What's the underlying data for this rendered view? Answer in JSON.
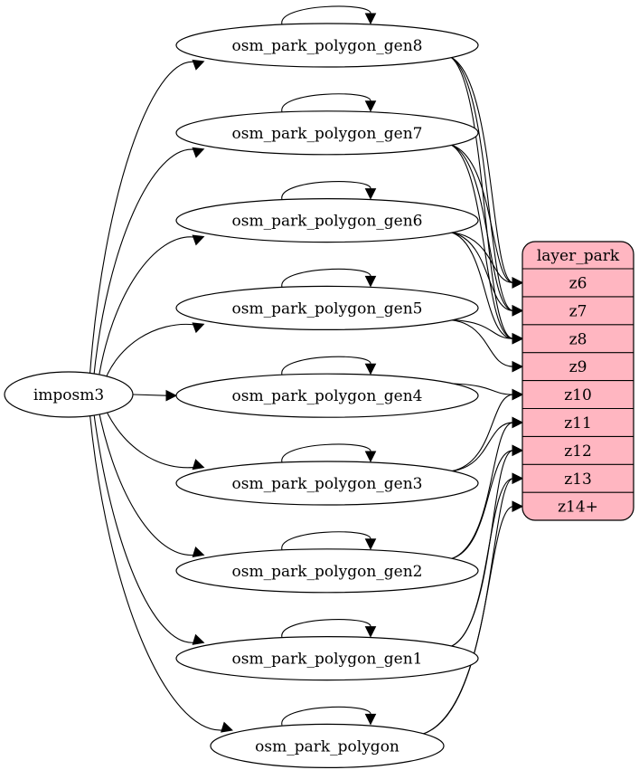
{
  "graph": {
    "source": {
      "id": "imposm3",
      "label": "imposm3"
    },
    "tables": [
      {
        "id": "gen8",
        "label": "osm_park_polygon_gen8",
        "targets": [
          "z6",
          "z7",
          "z8"
        ]
      },
      {
        "id": "gen7",
        "label": "osm_park_polygon_gen7",
        "targets": [
          "z6",
          "z7",
          "z8"
        ]
      },
      {
        "id": "gen6",
        "label": "osm_park_polygon_gen6",
        "targets": [
          "z6",
          "z7",
          "z8"
        ]
      },
      {
        "id": "gen5",
        "label": "osm_park_polygon_gen5",
        "targets": [
          "z8",
          "z9"
        ]
      },
      {
        "id": "gen4",
        "label": "osm_park_polygon_gen4",
        "targets": [
          "z10"
        ]
      },
      {
        "id": "gen3",
        "label": "osm_park_polygon_gen3",
        "targets": [
          "z10",
          "z11"
        ]
      },
      {
        "id": "gen2",
        "label": "osm_park_polygon_gen2",
        "targets": [
          "z11",
          "z12"
        ]
      },
      {
        "id": "gen1",
        "label": "osm_park_polygon_gen1",
        "targets": [
          "z12",
          "z13"
        ]
      },
      {
        "id": "polygon",
        "label": "osm_park_polygon",
        "targets": [
          "z13",
          "z14+"
        ]
      }
    ],
    "layer": {
      "title": "layer_park",
      "fields": [
        "z6",
        "z7",
        "z8",
        "z9",
        "z10",
        "z11",
        "z12",
        "z13",
        "z14+"
      ],
      "fill_color": "#ffb6c1"
    }
  }
}
